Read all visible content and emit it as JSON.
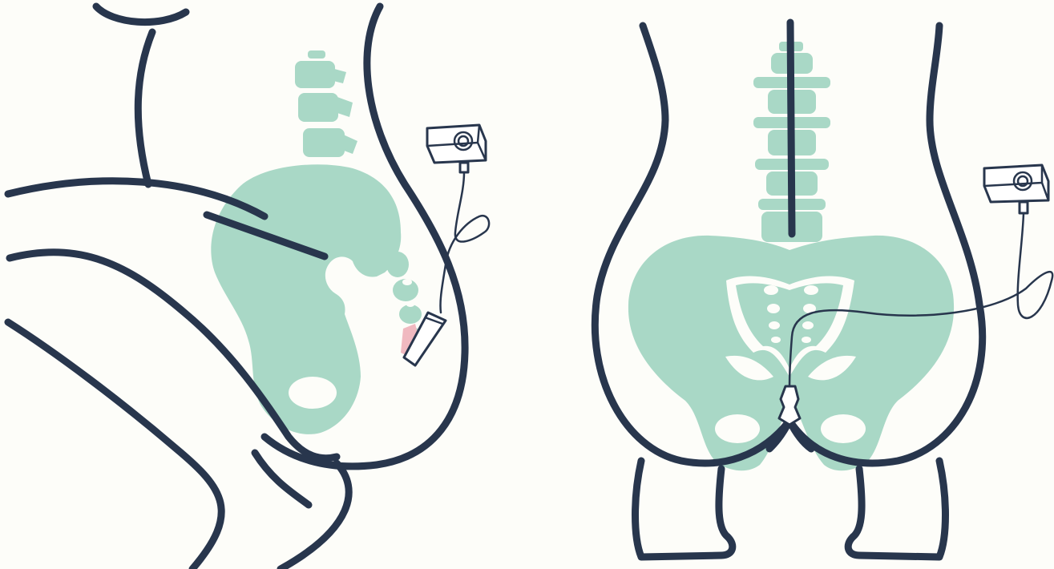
{
  "colors": {
    "background": "#fdfdf9",
    "outline": "#28364d",
    "bone": "#a9d8c6",
    "bone_highlight": "#fdfdf9",
    "contact": "#f0b9c0",
    "device_fill": "#ffffff"
  },
  "panels": [
    {
      "name": "side-view",
      "view": "sagittal",
      "icons": [
        "pelvis-icon",
        "spine-icon",
        "stimulator-device-icon",
        "probe-icon"
      ]
    },
    {
      "name": "back-view",
      "view": "posterior",
      "icons": [
        "pelvis-icon",
        "spine-icon",
        "stimulator-device-icon",
        "probe-icon"
      ]
    }
  ]
}
